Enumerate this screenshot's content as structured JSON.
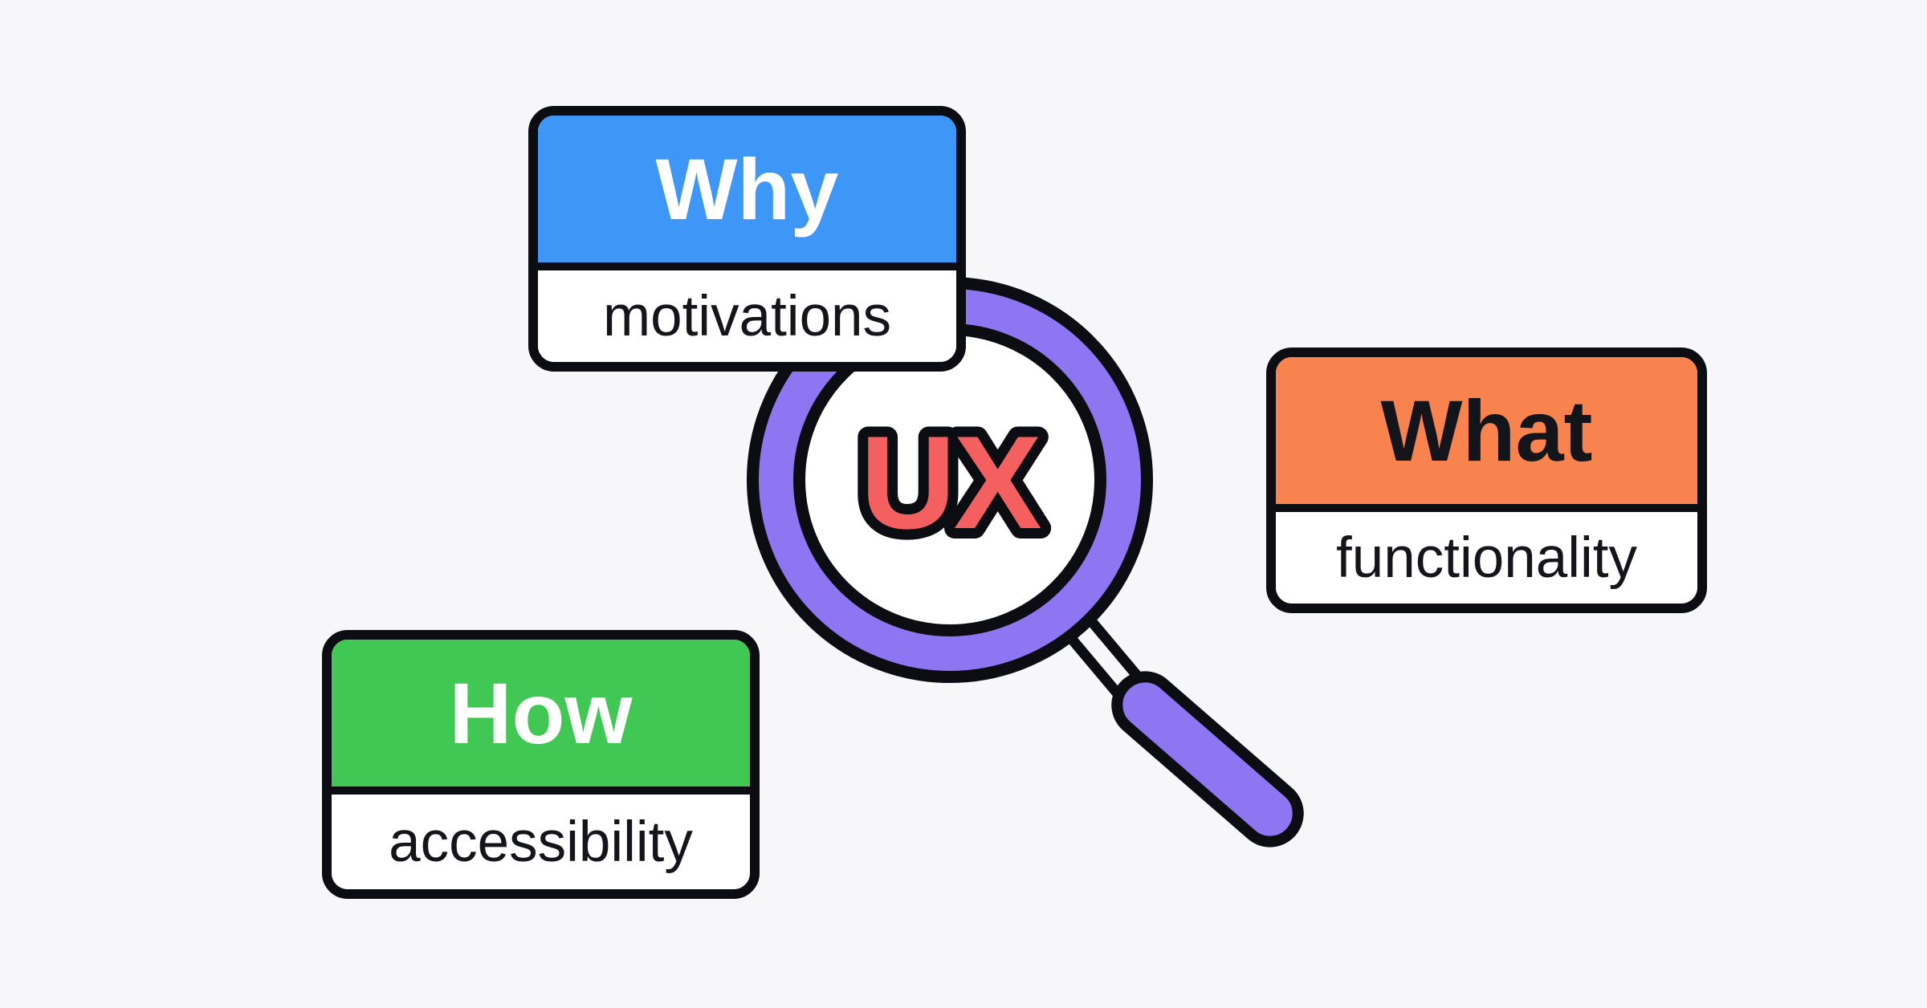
{
  "figure": {
    "description": "UX diagram: magnifying glass focused on UX with Why/What/How cards"
  },
  "magnifier": {
    "label": "UX"
  },
  "cards": [
    {
      "id": "why",
      "title": "Why",
      "subtitle": "motivations",
      "fill": "#3E97F7",
      "title_color": "#FFFFFF"
    },
    {
      "id": "what",
      "title": "What",
      "subtitle": "functionality",
      "fill": "#F9834E",
      "title_color": "#14141B"
    },
    {
      "id": "how",
      "title": "How",
      "subtitle": "accessibility",
      "fill": "#41C754",
      "title_color": "#FFFFFF"
    }
  ],
  "colors": {
    "bg": "#F7F7F9",
    "outline": "#0C0C13",
    "blue": "#3E97F7",
    "orange": "#F9834E",
    "green": "#41C754",
    "purple": "#8E75F2",
    "red": "#F45F5F",
    "white": "#FFFFFF",
    "dark": "#14141B"
  }
}
